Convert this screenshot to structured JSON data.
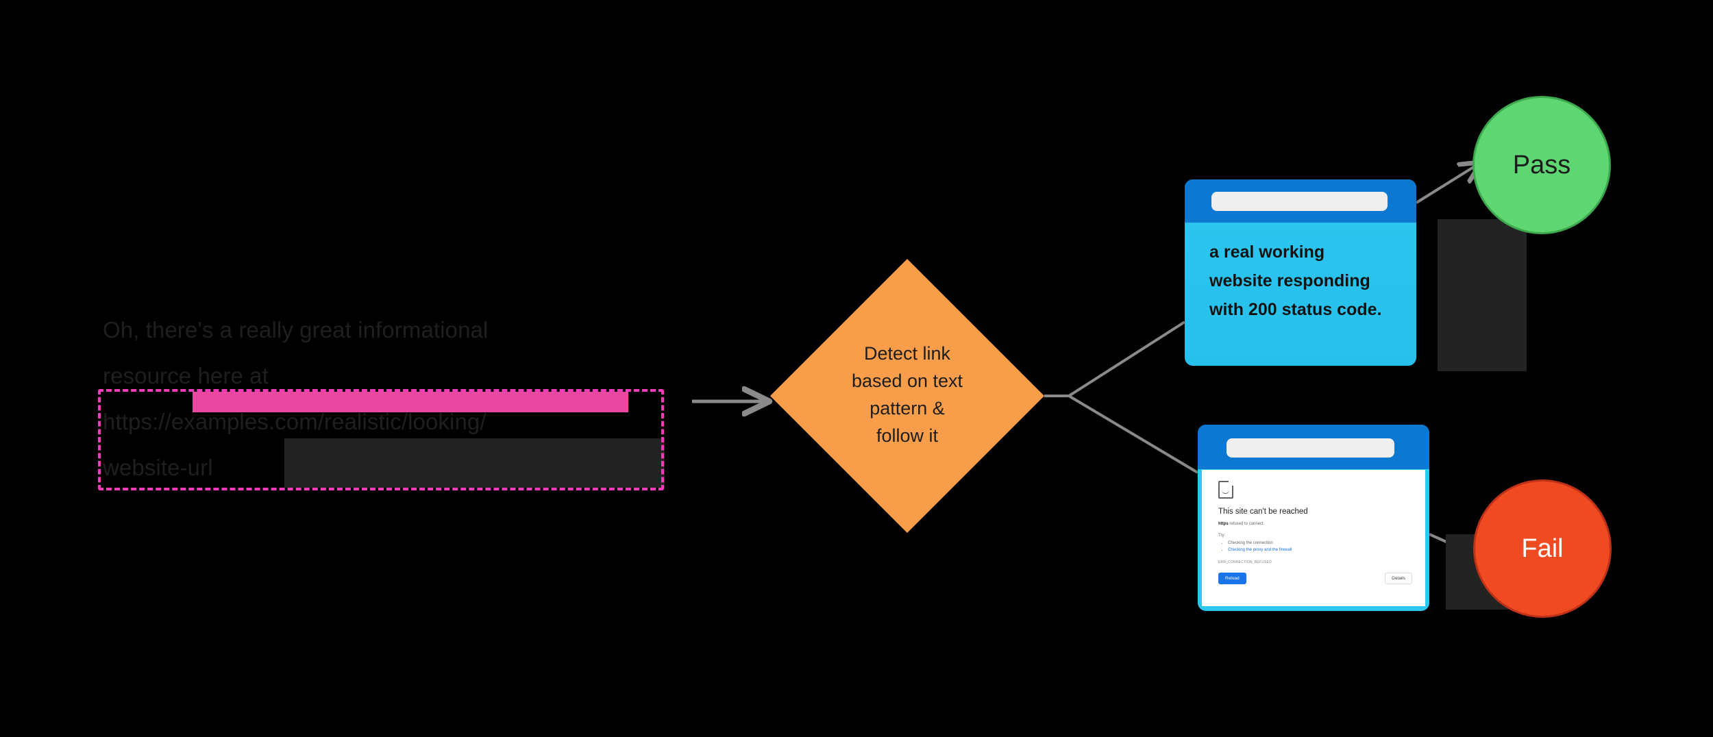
{
  "diagram": {
    "type": "flowchart",
    "background_color": "#000000",
    "title": "Link detection and follow flow"
  },
  "source_text": {
    "name": "informational-resource-text",
    "lines": [
      "Oh, there's a really great informational",
      "resource here at",
      "https://examples.com/realistic/looking/",
      "website-url"
    ],
    "text_color": "#1f1f1f",
    "highlight_color": "#e8489f",
    "annotation_border_color": "#f23bbb",
    "annotation_style": "dashed"
  },
  "decision": {
    "name": "detect-link-decision",
    "lines": [
      "Detect link",
      "based on text",
      "pattern &",
      "follow it"
    ],
    "fill_color": "#f89d49",
    "text_color": "#1d1d1d"
  },
  "branches": {
    "success": {
      "name": "working-website-branch",
      "browser": {
        "chrome_color": "#0d78d1",
        "body_color": "#2ec7ef",
        "url_bar_value": "",
        "body_text": "a real working website responding with 200 status code."
      },
      "result": {
        "label": "Pass",
        "fill_color": "#5ed772",
        "border_color": "#3ea84f",
        "text_color": "#1c1c1c"
      }
    },
    "failure": {
      "name": "broken-website-branch",
      "browser": {
        "chrome_color": "#0d78d1",
        "body_color": "#2ec7ef",
        "url_bar_value": "",
        "error_page": {
          "icon": "sad-document-icon",
          "title": "This site can't be reached",
          "subtitle_bold": "https",
          "subtitle_rest": " refused to connect.",
          "try_label": "Try:",
          "suggestions": [
            "Checking the connection",
            "Checking the proxy and the firewall"
          ],
          "error_code": "ERR_CONNECTION_REFUSED",
          "reload_button": "Reload",
          "details_button": "Details",
          "link_color": "#1a73e8"
        }
      },
      "result": {
        "label": "Fail",
        "fill_color": "#f04a23",
        "border_color": "#c03217",
        "text_color": "#ffffff"
      }
    }
  },
  "connectors": {
    "color": "#8a8a8a",
    "items": [
      {
        "name": "text-to-decision-arrow",
        "from": "source-text",
        "to": "decision",
        "arrow": true
      },
      {
        "name": "decision-to-success-line",
        "from": "decision",
        "to": "browser-success",
        "arrow": false
      },
      {
        "name": "decision-to-failure-line",
        "from": "decision",
        "to": "browser-error",
        "arrow": false
      },
      {
        "name": "success-to-pass-arrow",
        "from": "browser-success",
        "to": "result-pass",
        "arrow": true
      },
      {
        "name": "failure-to-fail-arrow",
        "from": "browser-error",
        "to": "result-fail",
        "arrow": true
      }
    ]
  }
}
